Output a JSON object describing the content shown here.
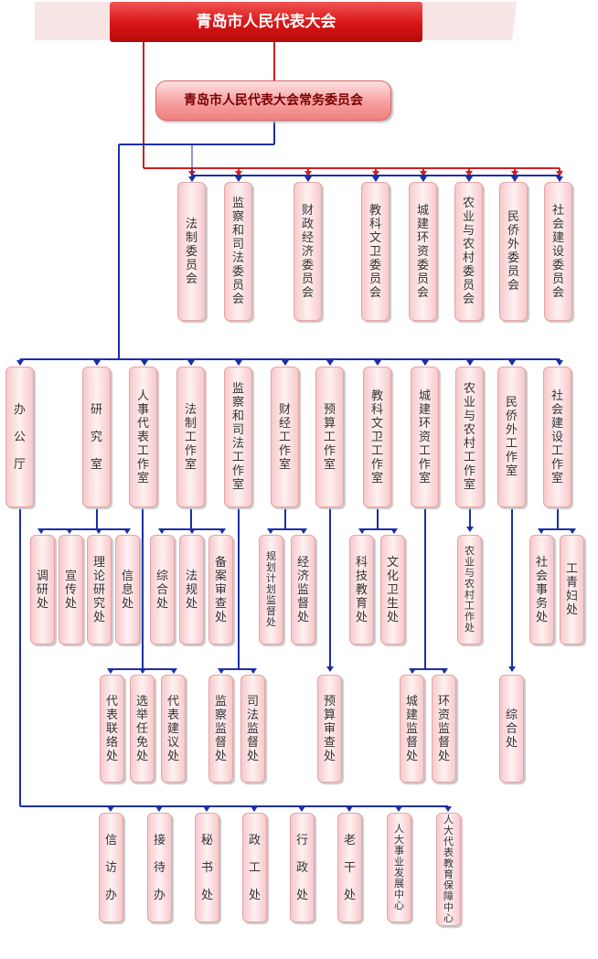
{
  "top": {
    "congress": "青岛市人民代表大会",
    "standing": "青岛市人民代表大会常务委员会"
  },
  "committees": [
    "法\n制\n委\n员\n会",
    "监\n察\n和\n司\n法\n委\n员\n会",
    "财\n政\n经\n济\n委\n员\n会",
    "教\n科\n文\n卫\n委\n员\n会",
    "城\n建\n环\n资\n委\n员\n会",
    "农\n业\n与\n农\n村\n委\n员\n会",
    "民\n侨\n外\n委\n员\n会",
    "社\n会\n建\n设\n委\n员\n会"
  ],
  "offices": [
    "办\n\n公\n\n厅",
    "研\n\n究\n\n室",
    "人\n事\n代\n表\n工\n作\n室",
    "法\n制\n工\n作\n室",
    "监\n察\n和\n司\n法\n工\n作\n室",
    "财\n经\n工\n作\n室",
    "预\n算\n工\n作\n室",
    "教\n科\n文\n卫\n工\n作\n室",
    "城\n建\n环\n资\n工\n作\n室",
    "农\n业\n与\n农\n村\n工\n作\n室",
    "民\n侨\n外\n工\n作\n室",
    "社\n会\n建\n设\n工\n作\n室"
  ],
  "divisions_row1": [
    "调\n研\n处",
    "宣\n传\n处",
    "理\n论\n研\n究\n处",
    "信\n息\n处",
    "综\n合\n处",
    "法\n规\n处",
    "备\n案\n审\n查\n处",
    "规\n划\n计\n划\n监\n督\n处",
    "经\n济\n监\n督\n处",
    "科\n技\n教\n育\n处",
    "文\n化\n卫\n生\n处",
    "农\n业\n与\n农\n村\n工\n作\n处",
    "社\n会\n事\n务\n处",
    "工\n青\n妇\n处"
  ],
  "divisions_row2": [
    "代\n表\n联\n络\n处",
    "选\n举\n任\n免\n处",
    "代\n表\n建\n议\n处",
    "监\n察\n监\n督\n处",
    "司\n法\n监\n督\n处",
    "预\n算\n审\n查\n处",
    "城\n建\n监\n督\n处",
    "环\n资\n监\n督\n处",
    "综\n合\n处"
  ],
  "divisions_row3": [
    "信\n\n访\n\n办",
    "接\n\n待\n\n办",
    "秘\n\n书\n\n处",
    "政\n\n工\n\n处",
    "行\n\n政\n\n处",
    "老\n\n干\n\n处",
    "人\n大\n事\n业\n发\n展\n中\n心",
    "人\n大\n代\n表\n教\n育\n保\n障\n中\n心"
  ],
  "colors": {
    "red_line": "#d21f1f",
    "blue_line": "#1c2fa8",
    "box_border": "#e6a3a6"
  }
}
